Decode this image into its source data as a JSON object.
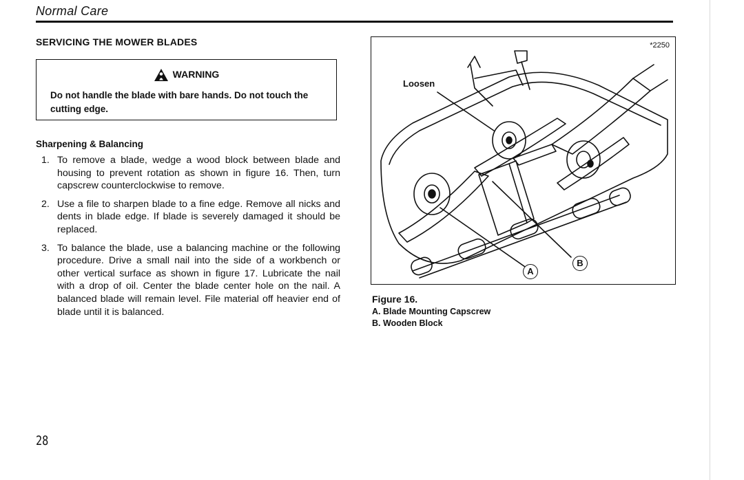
{
  "header": {
    "section_title": "Normal Care"
  },
  "section": {
    "heading": "SERVICING THE MOWER BLADES"
  },
  "warning": {
    "label": "WARNING",
    "text": "Do not handle the blade with bare hands. Do not touch the cutting edge."
  },
  "procedure": {
    "heading": "Sharpening & Balancing",
    "steps": [
      {
        "number": "1.",
        "text": "To remove a blade, wedge a wood block between blade and housing to prevent rotation as shown in figure 16. Then, turn capscrew counterclockwise to remove."
      },
      {
        "number": "2.",
        "text": "Use a file to sharpen blade to a fine edge. Remove all nicks and dents in blade edge. If blade is severely damaged it should be replaced."
      },
      {
        "number": "3.",
        "text": "To balance the blade, use a balancing machine or the following procedure. Drive a small nail into the side of a workbench or other vertical surface as shown in figure 17. Lubricate the nail with a drop of oil. Center the blade center hole on the nail. A balanced blade will remain level. File material off heavier end of blade until it is balanced."
      }
    ]
  },
  "figure": {
    "id": "*2250",
    "loosen_label": "Loosen",
    "callout_a": "A",
    "callout_b": "B",
    "caption_title": "Figure 16.",
    "caption_items": [
      "A. Blade Mounting Capscrew",
      "B. Wooden Block"
    ]
  },
  "page_number": "28"
}
